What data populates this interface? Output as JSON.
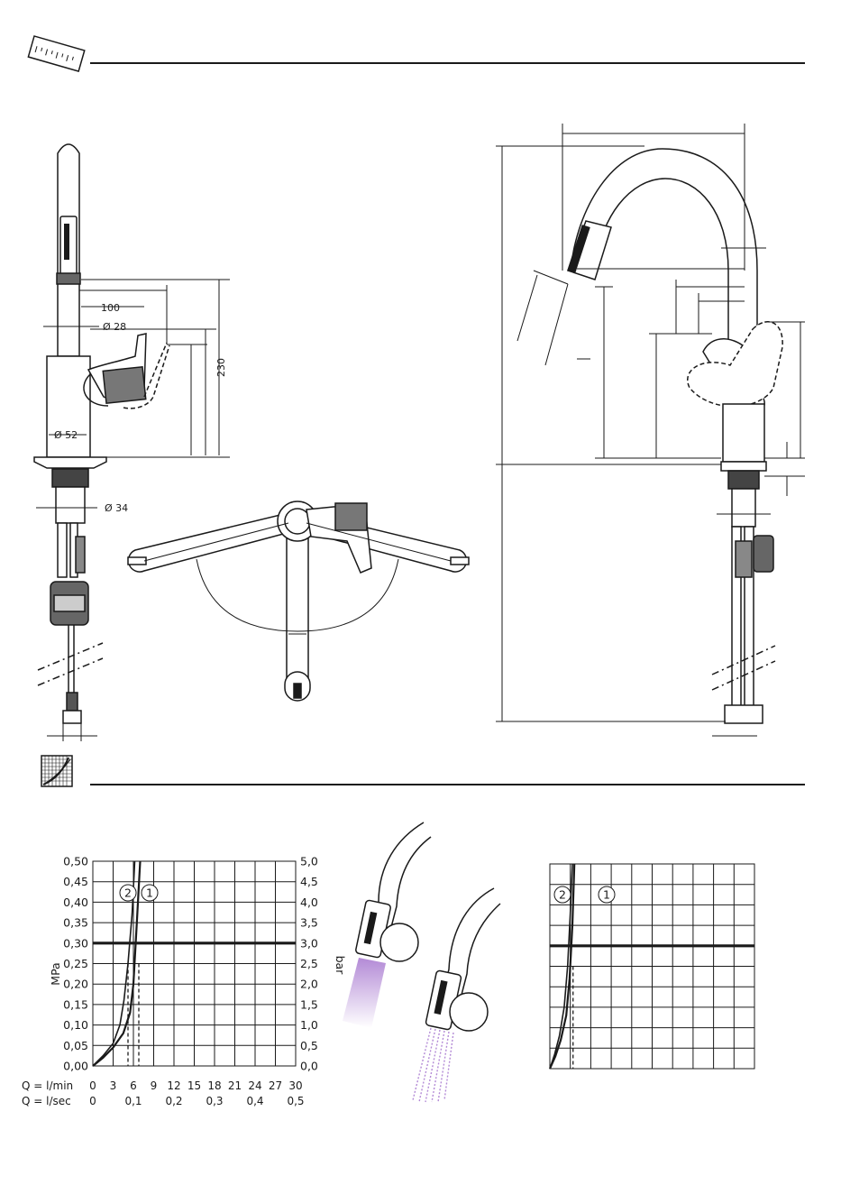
{
  "dimensions": {
    "spout_reach": "100",
    "spout_diameter": "Ø 28",
    "height": "230",
    "body_diameter": "Ø 52",
    "shank_diameter": "Ø 34"
  },
  "chart_data": [
    {
      "type": "line",
      "title": "",
      "ylabel_left": "MPa",
      "ylabel_right": "bar",
      "x_row1_label": "Q = l/min",
      "x_row1_ticks": [
        "0",
        "3",
        "6",
        "9",
        "12",
        "15",
        "18",
        "21",
        "24",
        "27",
        "30"
      ],
      "x_row2_label": "Q = l/sec",
      "x_row2_ticks": [
        "0",
        "0,1",
        "0,2",
        "0,3",
        "0,4",
        "0,5"
      ],
      "y_left_ticks": [
        "0,00",
        "0,05",
        "0,10",
        "0,15",
        "0,20",
        "0,25",
        "0,30",
        "0,35",
        "0,40",
        "0,45",
        "0,50"
      ],
      "y_right_ticks": [
        "0,0",
        "0,5",
        "1,0",
        "1,5",
        "2,0",
        "2,5",
        "3,0",
        "3,5",
        "4,0",
        "4,5",
        "5,0"
      ],
      "xlim": [
        0,
        30
      ],
      "ylim": [
        0,
        0.5
      ],
      "reference_pressure": 0.3,
      "series": [
        {
          "name": "1",
          "x": [
            0,
            1.5,
            3,
            4.5,
            5.5,
            6,
            6.5,
            7
          ],
          "y": [
            0,
            0.02,
            0.045,
            0.08,
            0.13,
            0.2,
            0.35,
            0.5
          ]
        },
        {
          "name": "2",
          "x": [
            0,
            1.5,
            3,
            4,
            4.6,
            5.2,
            5.8,
            6.2
          ],
          "y": [
            0,
            0.025,
            0.055,
            0.1,
            0.16,
            0.25,
            0.37,
            0.5
          ]
        }
      ],
      "markers": [
        5.2,
        6.8
      ]
    },
    {
      "type": "line",
      "title": "",
      "xlim": [
        0,
        30
      ],
      "ylim": [
        0,
        0.5
      ],
      "reference_pressure": 0.3,
      "series": [
        {
          "name": "1",
          "x": [
            0,
            0.8,
            1.6,
            2.4,
            2.9,
            3.3,
            3.6
          ],
          "y": [
            0,
            0.03,
            0.07,
            0.13,
            0.22,
            0.35,
            0.5
          ]
        },
        {
          "name": "2",
          "x": [
            0,
            0.7,
            1.4,
            2.1,
            2.6,
            3.0,
            3.3
          ],
          "y": [
            0,
            0.035,
            0.08,
            0.15,
            0.25,
            0.38,
            0.5
          ]
        }
      ],
      "markers": [
        3.4
      ]
    }
  ]
}
